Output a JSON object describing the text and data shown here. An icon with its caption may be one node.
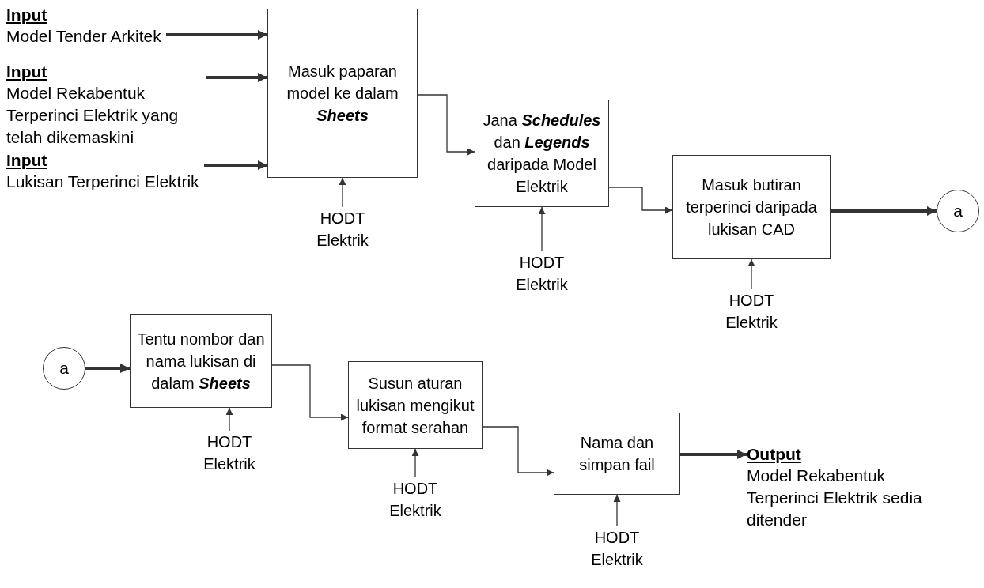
{
  "diagram": {
    "nodes": [
      {
        "text": [
          "Input",
          "Model Tender Arkitek"
        ]
      },
      {
        "text": [
          "Input",
          "Model Rekabentuk Terperinci Elektrik yang telah dikemaskini"
        ]
      },
      {
        "text": [
          "Input",
          "Lukisan Terperinci Elektrik"
        ]
      },
      {
        "text": [
          "Masuk paparan model ke dalam **Sheets**"
        ]
      },
      {
        "text": [
          "HODT Elektrik"
        ]
      },
      {
        "text": [
          "Jana **Schedules** dan **Legends** daripada Model Elektrik"
        ]
      },
      {
        "text": [
          "HODT Elektrik"
        ]
      },
      {
        "text": [
          "Masuk butiran terperinci daripada lukisan CAD"
        ]
      },
      {
        "text": [
          "HODT Elektrik"
        ]
      },
      {
        "text": [
          "a"
        ]
      },
      {
        "text": [
          "a"
        ]
      },
      {
        "text": [
          "Tentu nombor dan nama lukisan di dalam **Sheets**"
        ]
      },
      {
        "text": [
          "HODT Elektrik"
        ]
      },
      {
        "text": [
          "Susun aturan lukisan mengikut format serahan"
        ]
      },
      {
        "text": [
          "HODT Elektrik"
        ]
      },
      {
        "text": [
          "Nama dan simpan fail"
        ]
      },
      {
        "text": [
          "HODT Elektrik"
        ]
      },
      {
        "text": [
          "Output",
          "Model Rekabentuk Terperinci Elektrik sedia ditender"
        ]
      }
    ],
    "edges": [
      {
        "from": 0,
        "to": 3,
        "arrow": "to",
        "style": "thick"
      },
      {
        "from": 1,
        "to": 3,
        "arrow": "to",
        "style": "thick"
      },
      {
        "from": 2,
        "to": 3,
        "arrow": "to",
        "style": "thick"
      },
      {
        "from": 4,
        "to": 3,
        "arrow": "to"
      },
      {
        "from": 3,
        "to": 5,
        "arrow": "to"
      },
      {
        "from": 6,
        "to": 5,
        "arrow": "to"
      },
      {
        "from": 5,
        "to": 7,
        "arrow": "to"
      },
      {
        "from": 8,
        "to": 7,
        "arrow": "to"
      },
      {
        "from": 7,
        "to": 9,
        "arrow": "to",
        "style": "thick"
      },
      {
        "from": 10,
        "to": 11,
        "arrow": "to",
        "style": "thick"
      },
      {
        "from": 12,
        "to": 11,
        "arrow": "to"
      },
      {
        "from": 11,
        "to": 13,
        "arrow": "to"
      },
      {
        "from": 14,
        "to": 13,
        "arrow": "to"
      },
      {
        "from": 13,
        "to": 15,
        "arrow": "to"
      },
      {
        "from": 16,
        "to": 15,
        "arrow": "to"
      },
      {
        "from": 15,
        "to": 17,
        "arrow": "to",
        "style": "thick"
      }
    ]
  }
}
